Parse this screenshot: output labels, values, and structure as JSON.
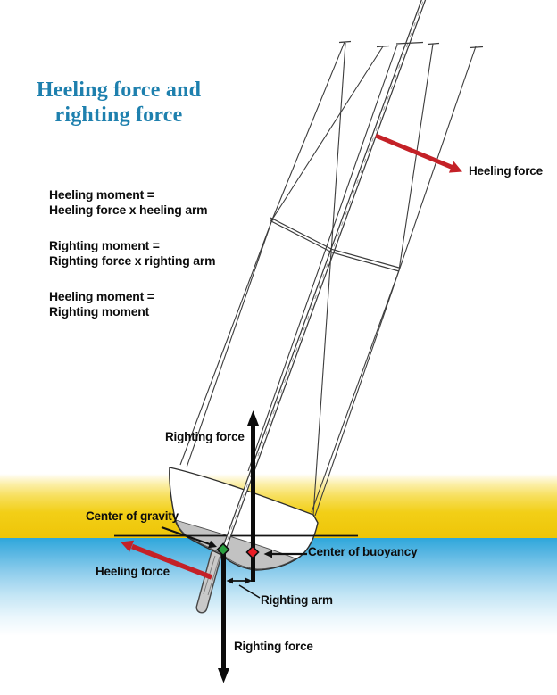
{
  "title": {
    "line1": "Heeling force and",
    "line2": "righting force"
  },
  "equations": [
    {
      "line1": "Heeling moment =",
      "line2": "Heeling force x heeling arm"
    },
    {
      "line1": "Righting moment =",
      "line2": "Righting force x righting arm"
    },
    {
      "line1": "Heeling moment =",
      "line2": "Righting moment"
    }
  ],
  "labels": {
    "heeling_force_sail": "Heeling force",
    "righting_force_up": "Righting force",
    "center_of_gravity": "Center of gravity",
    "center_of_buoyancy": "Center of buoyancy",
    "heeling_force_keel": "Heeling force",
    "righting_arm": "Righting arm",
    "righting_force_down": "Righting force"
  },
  "markers": {
    "center_of_gravity": "green-diamond",
    "center_of_buoyancy": "red-diamond"
  },
  "colors": {
    "title_text": "#1E80AE",
    "force_arrow_red": "#C42127",
    "gravity_marker_green": "#2AA13F",
    "buoyancy_marker_red": "#EA1C25",
    "water_blue": "#2EA7DB",
    "sky_gold": "#EEC508",
    "diagram_black": "#0B0B0B"
  }
}
